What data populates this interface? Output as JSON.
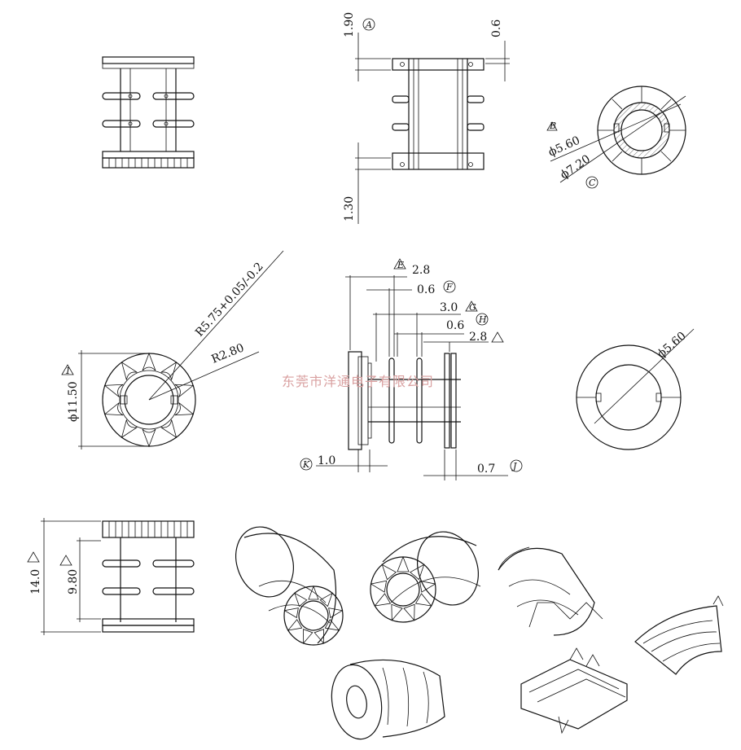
{
  "dimensions": {
    "top_gap": "1.90",
    "top_pin": "0.6",
    "bottom_gap": "1.30",
    "inner_dia": "ϕ5.60",
    "outer_dia": "ϕ7.20",
    "radius_main": "R5.75+0.05/-0.2",
    "radius_inner": "R2.80",
    "flange_dia": "ϕ11.50",
    "slot_a": "2.8",
    "slot_b": "0.6",
    "slot_c": "3.0",
    "slot_d": "0.6",
    "slot_e": "2.8",
    "flange_thick": "1.0",
    "end_thick": "0.7",
    "end_dia": "ϕ5.60",
    "total_height": "14.0",
    "inner_height": "9.80"
  },
  "tags": {
    "A": "A",
    "B": "B",
    "C": "C",
    "E": "E",
    "F": "F",
    "G": "G",
    "H": "H",
    "K": "K",
    "J": "J",
    "tri": "1"
  },
  "watermark": "东莞市洋通电子有限公司"
}
